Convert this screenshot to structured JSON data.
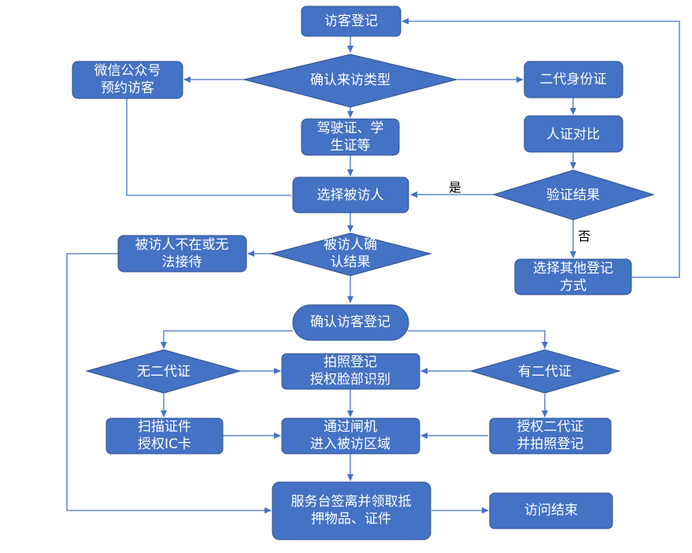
{
  "diagram": {
    "type": "flowchart",
    "colors": {
      "node_fill": "#4472c4",
      "node_border": "#2f528f",
      "edge": "#4472c4",
      "node_text": "#ffffff",
      "label_text": "#000000"
    },
    "nodes": {
      "visitor_register": {
        "shape": "rect",
        "lines": [
          "访客登记"
        ]
      },
      "confirm_type": {
        "shape": "diamond",
        "lines": [
          "确认来访类型"
        ]
      },
      "wechat_booking": {
        "shape": "rect",
        "lines": [
          "微信公众号",
          "预约访客"
        ]
      },
      "id_card_2nd": {
        "shape": "rect",
        "lines": [
          "二代身份证"
        ]
      },
      "license_student": {
        "shape": "rect",
        "lines": [
          "驾驶证、学",
          "生证等"
        ]
      },
      "person_id_compare": {
        "shape": "rect",
        "lines": [
          "人证对比"
        ]
      },
      "select_host": {
        "shape": "rect",
        "lines": [
          "选择被访人"
        ]
      },
      "verify_result": {
        "shape": "diamond",
        "lines": [
          "验证结果"
        ]
      },
      "host_unavailable": {
        "shape": "rect",
        "lines": [
          "被访人不在或无",
          "法接待"
        ]
      },
      "host_confirm_result": {
        "shape": "diamond",
        "lines": [
          "被访人确",
          "认结果"
        ]
      },
      "choose_other_method": {
        "shape": "rect",
        "lines": [
          "选择其他登记",
          "方式"
        ]
      },
      "confirm_visitor_register": {
        "shape": "terminator",
        "lines": [
          "确认访客登记"
        ]
      },
      "no_id_card": {
        "shape": "diamond",
        "lines": [
          "无二代证"
        ]
      },
      "photo_register": {
        "shape": "rect",
        "lines": [
          "拍照登记",
          "授权脸部识别"
        ]
      },
      "has_id_card": {
        "shape": "diamond",
        "lines": [
          "有二代证"
        ]
      },
      "scan_doc_ic": {
        "shape": "rect",
        "lines": [
          "扫描证件",
          "授权IC卡"
        ]
      },
      "pass_gate": {
        "shape": "rect",
        "lines": [
          "通过闸机",
          "进入被访区域"
        ]
      },
      "authorize_id_photo": {
        "shape": "rect",
        "lines": [
          "授权二代证",
          "并拍照登记"
        ]
      },
      "service_desk_checkout": {
        "shape": "rect",
        "lines": [
          "服务台签离并领取抵",
          "押物品、证件"
        ]
      },
      "visit_end": {
        "shape": "rect",
        "lines": [
          "访问结束"
        ]
      }
    },
    "edges": [
      {
        "from": "visitor_register",
        "to": "confirm_type"
      },
      {
        "from": "confirm_type",
        "to": "wechat_booking"
      },
      {
        "from": "confirm_type",
        "to": "id_card_2nd"
      },
      {
        "from": "confirm_type",
        "to": "license_student"
      },
      {
        "from": "wechat_booking",
        "to": "select_host"
      },
      {
        "from": "license_student",
        "to": "select_host"
      },
      {
        "from": "id_card_2nd",
        "to": "person_id_compare"
      },
      {
        "from": "person_id_compare",
        "to": "verify_result"
      },
      {
        "from": "verify_result",
        "to": "select_host",
        "label": "是"
      },
      {
        "from": "verify_result",
        "to": "choose_other_method",
        "label": "否"
      },
      {
        "from": "choose_other_method",
        "to": "visitor_register"
      },
      {
        "from": "select_host",
        "to": "host_confirm_result"
      },
      {
        "from": "host_confirm_result",
        "to": "host_unavailable"
      },
      {
        "from": "host_confirm_result",
        "to": "confirm_visitor_register"
      },
      {
        "from": "host_unavailable",
        "to": "service_desk_checkout"
      },
      {
        "from": "confirm_visitor_register",
        "to": "no_id_card"
      },
      {
        "from": "confirm_visitor_register",
        "to": "has_id_card"
      },
      {
        "from": "no_id_card",
        "to": "photo_register"
      },
      {
        "from": "has_id_card",
        "to": "photo_register"
      },
      {
        "from": "no_id_card",
        "to": "scan_doc_ic"
      },
      {
        "from": "has_id_card",
        "to": "authorize_id_photo"
      },
      {
        "from": "photo_register",
        "to": "pass_gate"
      },
      {
        "from": "scan_doc_ic",
        "to": "pass_gate"
      },
      {
        "from": "authorize_id_photo",
        "to": "pass_gate"
      },
      {
        "from": "pass_gate",
        "to": "service_desk_checkout"
      },
      {
        "from": "service_desk_checkout",
        "to": "visit_end"
      }
    ],
    "edge_labels": {
      "yes": "是",
      "no": "否"
    }
  }
}
